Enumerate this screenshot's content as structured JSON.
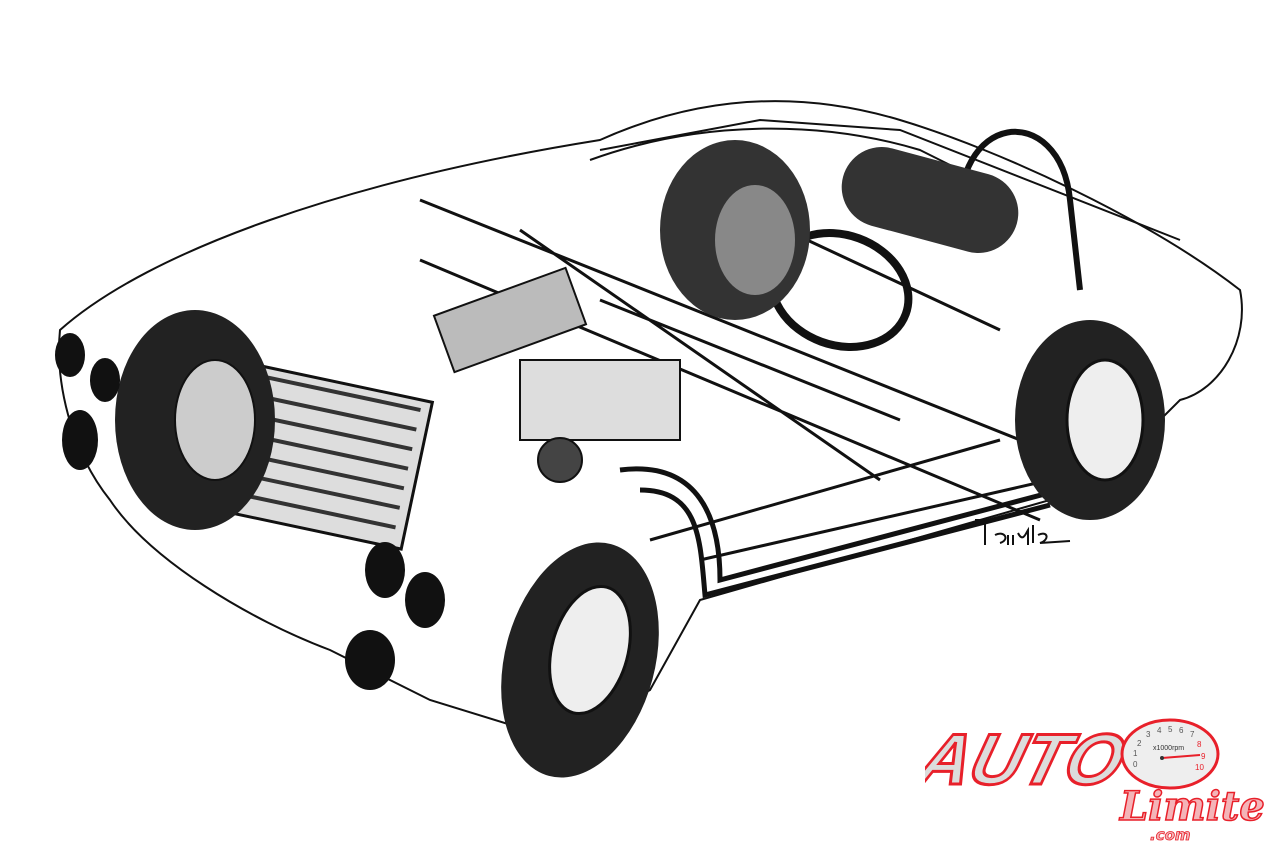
{
  "illustration": {
    "subject": "cutaway-roadster",
    "signature": "Temple"
  },
  "logo": {
    "word": "AUTO",
    "script": "Limite",
    "domain": ".com",
    "gauge_ticks": [
      "0",
      "1",
      "2",
      "3",
      "4",
      "5",
      "6",
      "7",
      "8",
      "9",
      "10"
    ],
    "gauge_unit": "x1000rpm",
    "colors": {
      "red": "#e8202a",
      "silver": "#d9d9d9"
    }
  }
}
